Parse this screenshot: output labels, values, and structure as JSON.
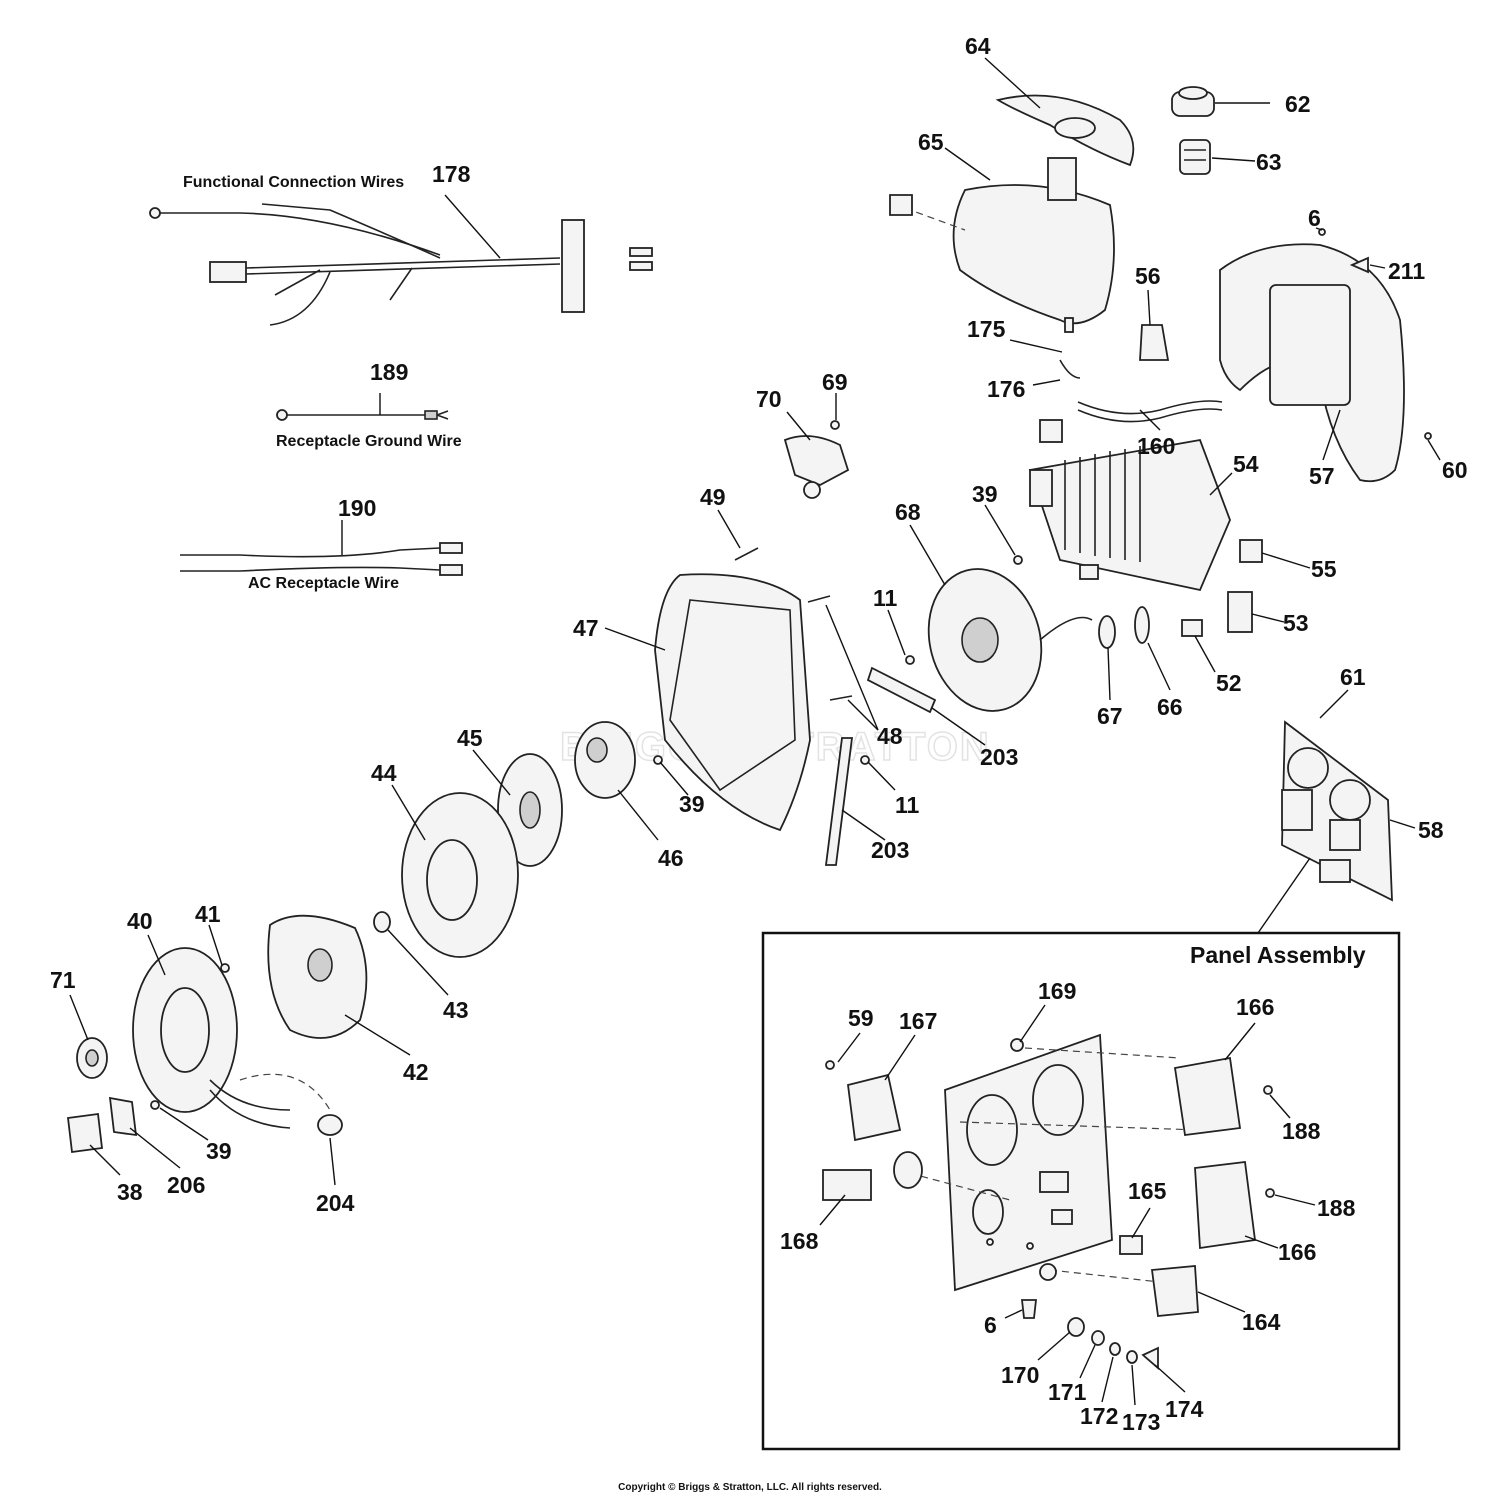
{
  "captions": {
    "functional_wires": "Functional Connection Wires",
    "ground_wire": "Receptacle Ground Wire",
    "ac_wire": "AC Receptacle Wire"
  },
  "panel": {
    "title": "Panel Assembly"
  },
  "copyright": "Copyright © Briggs & Stratton, LLC. All rights reserved.",
  "watermark": "BRIGGS&STRATTON",
  "callouts": [
    "64",
    "62",
    "65",
    "63",
    "178",
    "6",
    "211",
    "56",
    "175",
    "189",
    "176",
    "160",
    "70",
    "69",
    "54",
    "57",
    "60",
    "49",
    "68",
    "39",
    "190",
    "55",
    "11",
    "47",
    "53",
    "52",
    "67",
    "66",
    "61",
    "48",
    "203",
    "45",
    "39",
    "11",
    "44",
    "58",
    "46",
    "203",
    "40",
    "41",
    "43",
    "71",
    "42",
    "39",
    "38",
    "206",
    "204",
    "169",
    "166",
    "59",
    "167",
    "188",
    "188",
    "165",
    "168",
    "166",
    "164",
    "6",
    "170",
    "171",
    "174",
    "172",
    "173"
  ]
}
